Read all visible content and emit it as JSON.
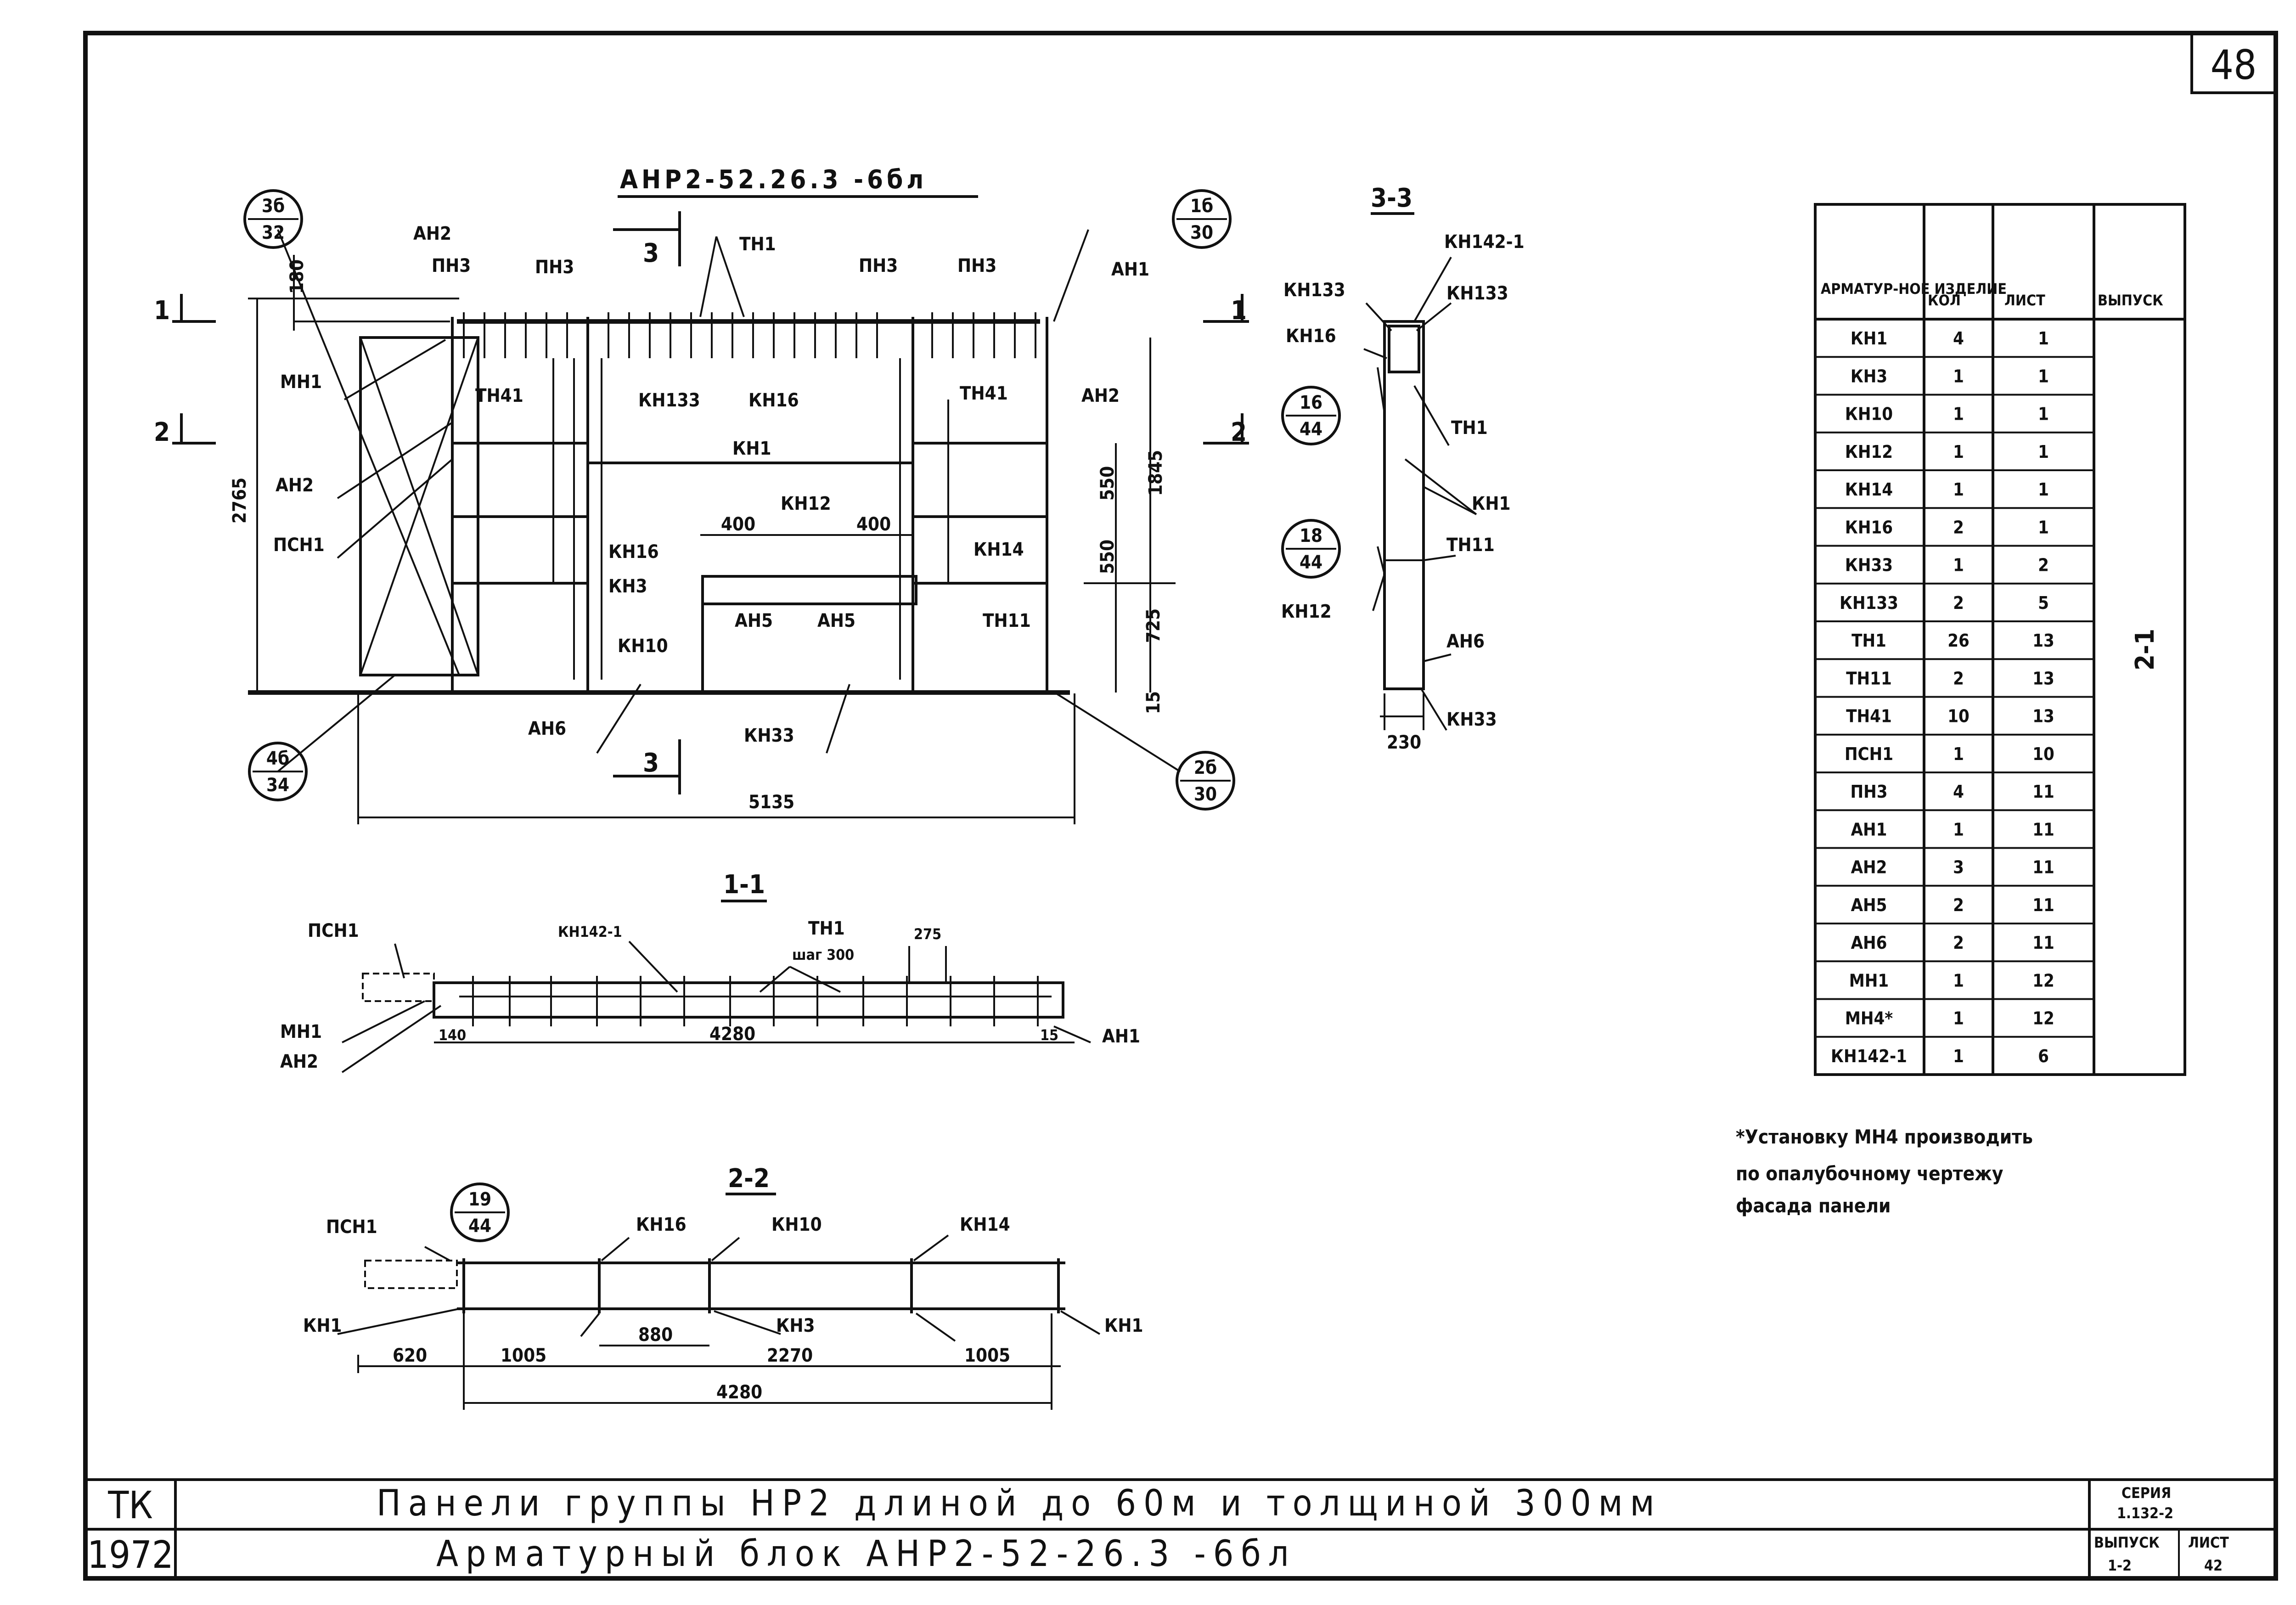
{
  "sheet": {
    "number": "48",
    "title": "АНР2-52.26.3 -6бл",
    "organization": "ТК",
    "year": "1972",
    "title_line1": "Панели группы НР2 длиной до 60м и толщиной 300мм",
    "title_line2": "Арматурный блок АНР2-52-26.3 -6бл",
    "series_label": "СЕРИЯ",
    "series_value": "1.132-2",
    "issue_label": "ВЫПУСК",
    "issue_value": "1-2",
    "list_label": "ЛИСТ",
    "list_value": "42"
  },
  "elevation": {
    "callouts": [
      {
        "top": "3б",
        "bottom": "32"
      },
      {
        "top": "1б",
        "bottom": "30"
      },
      {
        "top": "4б",
        "bottom": "34"
      },
      {
        "top": "2б",
        "bottom": "30"
      }
    ],
    "labels": {
      "ah2_top": "АН2",
      "pn3_1": "ПН3",
      "pn3_2": "ПН3",
      "th1": "ТН1",
      "pn3_3": "ПН3",
      "pn3_4": "ПН3",
      "ah1": "АН1",
      "mn1": "МН1",
      "th41_l": "ТН41",
      "kn133": "КН133",
      "kn16": "КН16",
      "th41_r": "ТН41",
      "ah2_r": "АН2",
      "kn1": "КН1",
      "ah2_l": "АН2",
      "kn12": "КН12",
      "psn1": "ПСН1",
      "kn16_b": "КН16",
      "kn14": "КН14",
      "kn3": "КН3",
      "ah5_1": "АН5",
      "ah5_2": "АН5",
      "th11": "ТН11",
      "kn10": "КН10",
      "ah6": "АН6",
      "kn33": "КН33"
    },
    "dims": {
      "d180": "180",
      "d2765": "2765",
      "d550a": "550",
      "d550b": "550",
      "d1845": "1845",
      "d725": "725",
      "d15": "15",
      "d400a": "400",
      "d400b": "400",
      "d5135": "5135"
    },
    "section_marks": {
      "s1l": "1",
      "s1r": "1",
      "s2l": "2",
      "s2r": "2",
      "s3t": "3",
      "s3b": "3"
    }
  },
  "section_33": {
    "title": "3-3",
    "labels": {
      "kn142": "КН142-1",
      "kn133_l": "КН133",
      "kn133_r": "КН133",
      "kn16": "КН16",
      "th1": "ТН1",
      "kn1": "КН1",
      "th11": "ТН11",
      "kn12": "КН12",
      "ah6": "АН6",
      "kn33": "КН33"
    },
    "callouts": [
      {
        "top": "16",
        "bottom": "44"
      },
      {
        "top": "18",
        "bottom": "44"
      }
    ],
    "dim": "230"
  },
  "section_11": {
    "title": "1-1",
    "labels": {
      "psn1": "ПСН1",
      "kn142": "КН142-1",
      "th1": "ТН1",
      "step": "шаг 300",
      "d275": "275",
      "mn1": "МН1",
      "ah2": "АН2",
      "ah1": "АН1"
    },
    "dims": {
      "d140": "140",
      "d4280": "4280",
      "d15": "15"
    }
  },
  "section_22": {
    "title": "2-2",
    "labels": {
      "psn1": "ПСН1",
      "kn16": "КН16",
      "kn10": "КН10",
      "kn14": "КН14",
      "kn1_l": "КН1",
      "kn3": "КН3",
      "kn1_r": "КН1"
    },
    "callout": {
      "top": "19",
      "bottom": "44"
    },
    "dims": {
      "d620": "620",
      "d1005a": "1005",
      "d880": "880",
      "d2270": "2270",
      "d1005b": "1005",
      "d4280": "4280"
    }
  },
  "table": {
    "headers": [
      "АРМАТУР-НОЕ ИЗДЕЛИЕ",
      "КОЛ",
      "ЛИСТ",
      "ВЫПУСК"
    ],
    "rows": [
      [
        "КН1",
        "4",
        "1"
      ],
      [
        "КН3",
        "1",
        "1"
      ],
      [
        "КН10",
        "1",
        "1"
      ],
      [
        "КН12",
        "1",
        "1"
      ],
      [
        "КН14",
        "1",
        "1"
      ],
      [
        "КН16",
        "2",
        "1"
      ],
      [
        "КН33",
        "1",
        "2"
      ],
      [
        "КН133",
        "2",
        "5"
      ],
      [
        "ТН1",
        "26",
        "13"
      ],
      [
        "ТН11",
        "2",
        "13"
      ],
      [
        "ТН41",
        "10",
        "13"
      ],
      [
        "ПСН1",
        "1",
        "10"
      ],
      [
        "ПН3",
        "4",
        "11"
      ],
      [
        "АН1",
        "1",
        "11"
      ],
      [
        "АН2",
        "3",
        "11"
      ],
      [
        "АН5",
        "2",
        "11"
      ],
      [
        "АН6",
        "2",
        "11"
      ],
      [
        "МН1",
        "1",
        "12"
      ],
      [
        "МН4*",
        "1",
        "12"
      ],
      [
        "КН142-1",
        "1",
        "6"
      ]
    ],
    "issue": "2-1"
  },
  "note": {
    "line1": "*Установку МН4 производить",
    "line2": "по опалубочному чертежу",
    "line3": "фасада панели"
  }
}
